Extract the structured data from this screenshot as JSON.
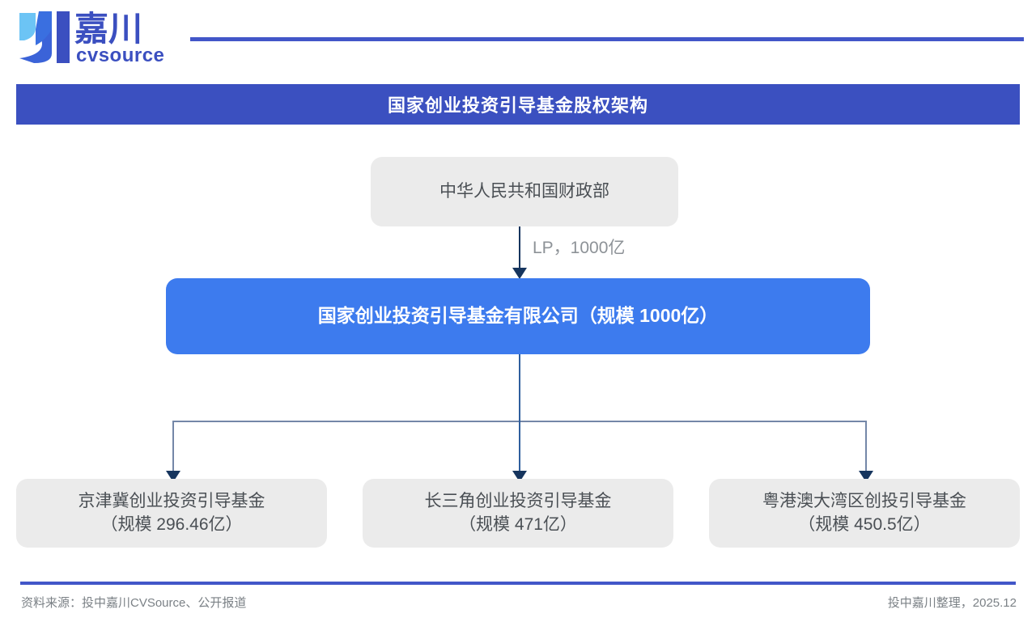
{
  "header": {
    "logo_name": "jiachuan-cvsource-logo",
    "logo_cn": "嘉川",
    "logo_en": "cvsource",
    "rule_color": "#4256c8"
  },
  "title": {
    "text": "国家创业投资引导基金股权架构",
    "bar_color": "#3b50c0",
    "text_color": "#ffffff"
  },
  "chart_data": {
    "type": "diagram",
    "title": "国家创业投资引导基金股权架构",
    "nodes": [
      {
        "id": "ministry",
        "label": "中华人民共和国财政部",
        "level": 0,
        "style": "gray",
        "fill": "#ebebeb",
        "text_color": "#4a4f54"
      },
      {
        "id": "fund",
        "label": "国家创业投资引导基金有限公司（规模 1000亿）",
        "level": 1,
        "style": "blue",
        "fill": "#3d7bee",
        "text_color": "#ffffff",
        "scale_value": 1000,
        "scale_unit": "亿"
      },
      {
        "id": "jingjinji",
        "label_line1": "京津冀创业投资引导基金",
        "label_line2": "（规模 296.46亿）",
        "level": 2,
        "style": "gray",
        "fill": "#ebebeb",
        "text_color": "#4a4f54",
        "scale_value": 296.46,
        "scale_unit": "亿"
      },
      {
        "id": "changsanjiao",
        "label_line1": "长三角创业投资引导基金",
        "label_line2": "（规模 471亿）",
        "level": 2,
        "style": "gray",
        "fill": "#ebebeb",
        "text_color": "#4a4f54",
        "scale_value": 471,
        "scale_unit": "亿"
      },
      {
        "id": "yuegangao",
        "label_line1": "粤港澳大湾区创投引导基金",
        "label_line2": "（规模 450.5亿）",
        "level": 2,
        "style": "gray",
        "fill": "#ebebeb",
        "text_color": "#4a4f54",
        "scale_value": 450.5,
        "scale_unit": "亿"
      }
    ],
    "edges": [
      {
        "from": "ministry",
        "to": "fund",
        "label": "LP，1000亿"
      },
      {
        "from": "fund",
        "to": "jingjinji",
        "label": ""
      },
      {
        "from": "fund",
        "to": "changsanjiao",
        "label": ""
      },
      {
        "from": "fund",
        "to": "yuegangao",
        "label": ""
      }
    ],
    "edge_label_color": "#8d9297",
    "connector_color": "#16355e"
  },
  "footer": {
    "source": "资料来源：投中嘉川CVSource、公开报道",
    "credit": "投中嘉川整理，2025.12",
    "rule_color": "#4256c8"
  }
}
